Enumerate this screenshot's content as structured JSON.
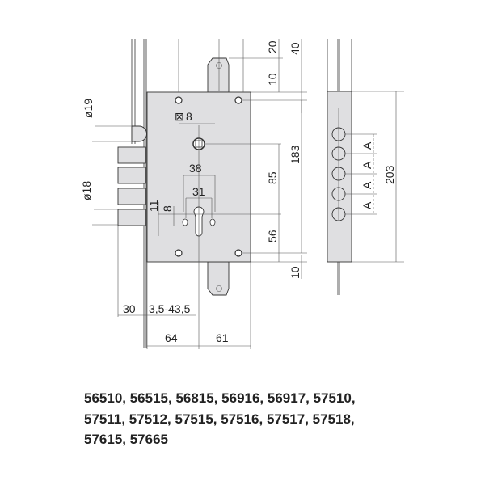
{
  "dimensions": {
    "top_20": "20",
    "top_40": "40",
    "top_10": "10",
    "dia_19": "ø19",
    "square_8": "8",
    "dim_38": "38",
    "dim_31": "31",
    "dia_18": "ø18",
    "dim_11": "11",
    "dim_8": "8",
    "dim_85": "85",
    "dim_183": "183",
    "dim_56": "56",
    "bottom_10": "10",
    "dim_30": "30",
    "dim_backset": "3,5-43,5",
    "dim_64": "64",
    "dim_61": "61",
    "dim_203": "203",
    "pitch_label": "A"
  },
  "models": [
    "56510, 56515, 56815, 56916, 56917, 57510,",
    "57511, 57512, 57515, 57516, 57517, 57518,",
    "57615, 57665"
  ]
}
